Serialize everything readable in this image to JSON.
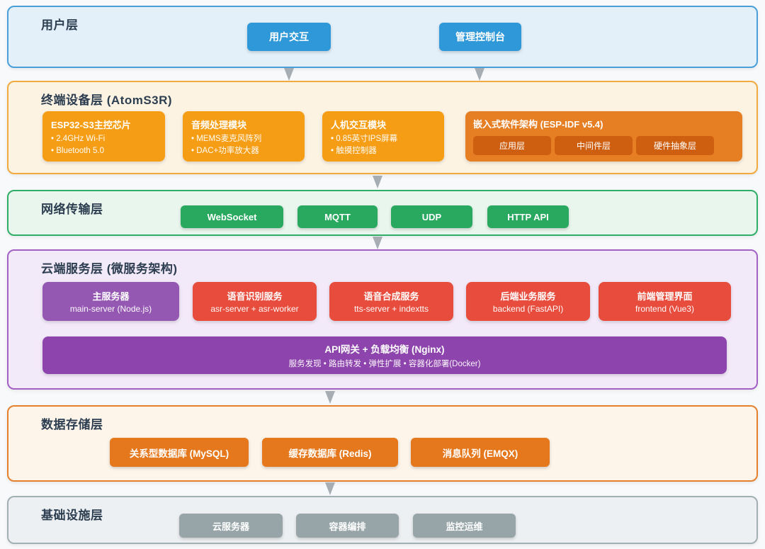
{
  "colors": {
    "user_accent": "#2f98d8",
    "user_border": "#4b9fd8",
    "device_card": "#f59e15",
    "device_software": "#e67f24",
    "device_software_btn": "#cf5f10",
    "network_accent": "#28a95f",
    "cloud_purple": "#9558b2",
    "cloud_gateway": "#8e44ad",
    "service_red": "#e74c3c",
    "storage_accent": "#e5781d",
    "infra_accent": "#97a5a8",
    "arrow": "#a6aeb4",
    "title_text": "#2c3e50"
  },
  "user": {
    "title": "用户层",
    "buttons": [
      "用户交互",
      "管理控制台"
    ]
  },
  "device": {
    "title": "终端设备层 (AtomS3R)",
    "cards": [
      {
        "title": "ESP32-S3主控芯片",
        "items": [
          "• 2.4GHz Wi-Fi",
          "• Bluetooth 5.0"
        ]
      },
      {
        "title": "音频处理模块",
        "items": [
          "• MEMS麦克风阵列",
          "• DAC+功率放大器"
        ]
      },
      {
        "title": "人机交互模块",
        "items": [
          "• 0.85英寸IPS屏幕",
          "• 触摸控制器"
        ]
      }
    ],
    "software": {
      "title": "嵌入式软件架构 (ESP-IDF v5.4)",
      "buttons": [
        "应用层",
        "中间件层",
        "硬件抽象层"
      ]
    }
  },
  "network": {
    "title": "网络传输层",
    "buttons": [
      "WebSocket",
      "MQTT",
      "UDP",
      "HTTP API"
    ]
  },
  "cloud": {
    "title": "云端服务层 (微服务架构)",
    "services": [
      {
        "title": "主服务器",
        "subtitle": "main-server (Node.js)"
      },
      {
        "title": "语音识别服务",
        "subtitle": "asr-server + asr-worker"
      },
      {
        "title": "语音合成服务",
        "subtitle": "tts-server + indextts"
      },
      {
        "title": "后端业务服务",
        "subtitle": "backend (FastAPI)"
      },
      {
        "title": "前端管理界面",
        "subtitle": "frontend (Vue3)"
      }
    ],
    "gateway": {
      "title": "API网关 + 负载均衡 (Nginx)",
      "subtitle": "服务发现 • 路由转发 • 弹性扩展 • 容器化部署(Docker)"
    }
  },
  "storage": {
    "title": "数据存储层",
    "buttons": [
      "关系型数据库 (MySQL)",
      "缓存数据库 (Redis)",
      "消息队列 (EMQX)"
    ]
  },
  "infra": {
    "title": "基础设施层",
    "buttons": [
      "云服务器",
      "容器编排",
      "监控运维"
    ]
  }
}
